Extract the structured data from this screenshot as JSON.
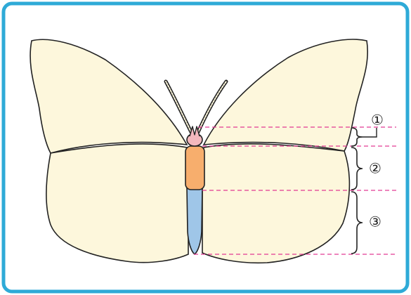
{
  "diagram": {
    "colors": {
      "frame": "#2eaad7",
      "wing_fill": "#fdf7dc",
      "wing_stroke": "#222222",
      "head": "#f3b8bd",
      "thorax": "#f7ae6d",
      "abdomen": "#9fc6e8",
      "guide_line": "#e23a93"
    },
    "labels": {
      "head": "①",
      "thorax": "②",
      "abdomen": "③"
    }
  }
}
